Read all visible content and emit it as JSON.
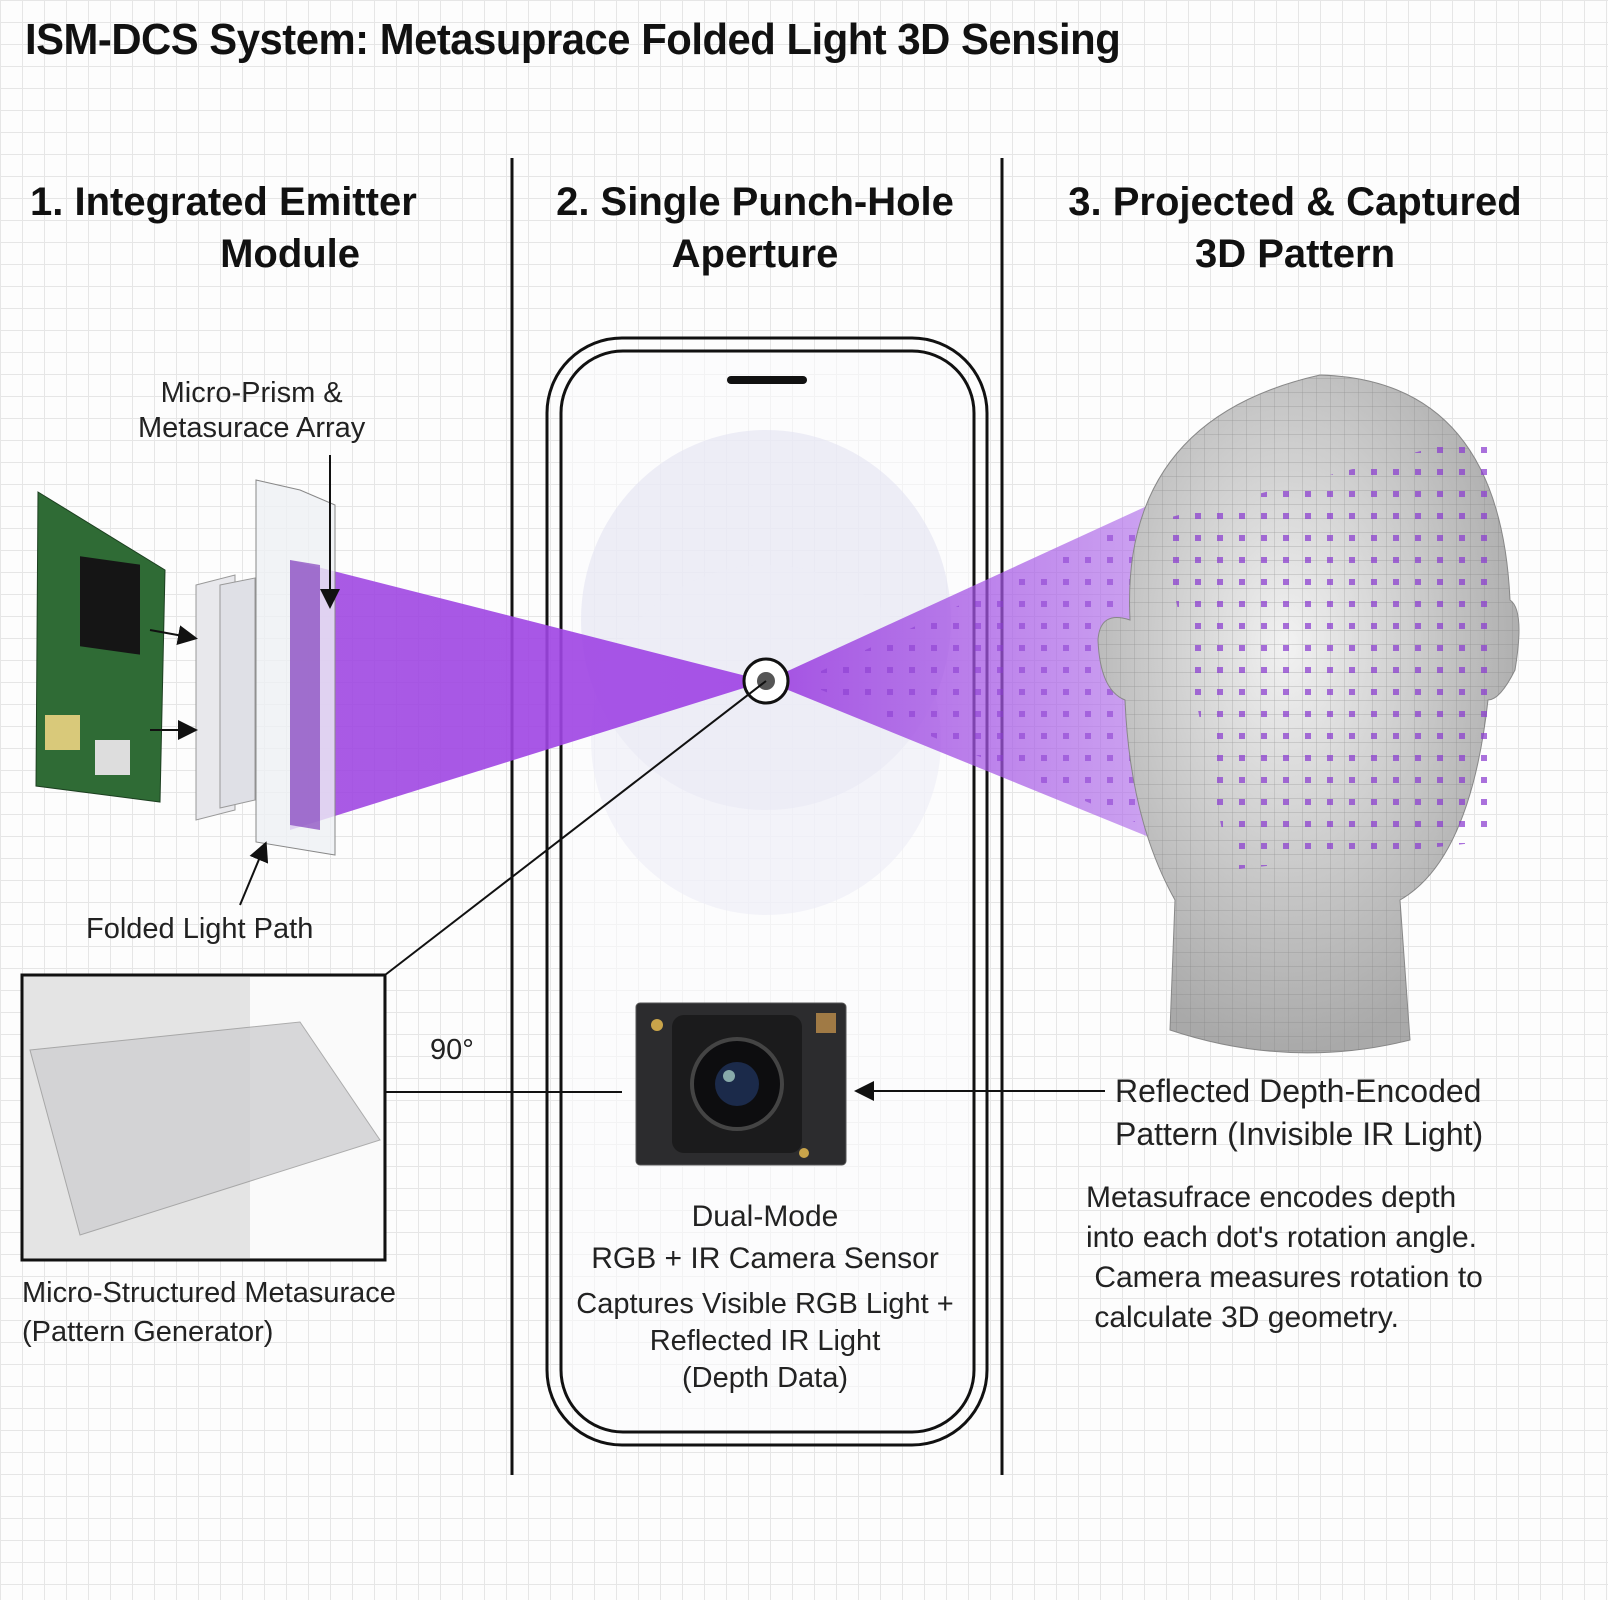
{
  "title": "ISM-DCS System: Metasuprace Folded Light 3D Sensing",
  "sections": [
    {
      "heading": "1. Integrated Emitter\n            Module"
    },
    {
      "heading": "2. Single Punch-Hole\nAperture"
    },
    {
      "heading": "3. Projected & Captured\n3D Pattern"
    }
  ],
  "labels": {
    "micro_prism": "Micro-Prism &\nMetasurace Array",
    "folded_light_path": "Folded Light Path",
    "metasurface_caption": "Micro-Structured Metasurace\n(Pattern Generator)",
    "angle": "90°",
    "camera_title": "Dual-Mode\nRGB + IR Camera Sensor",
    "camera_desc": "Captures Visible RGB Light +\nReflected IR Light\n(Depth Data)",
    "reflected_pattern": "Reflected Depth-Encoded\nPattern (Invisible IR Light)",
    "explanation": "Metasufrace encodes depth\ninto each dot's rotation angle.\n Camera measures rotation to\n calculate 3D geometry."
  },
  "colors": {
    "beam": "#9b3fe0",
    "pcb": "#2f6b35",
    "text": "#111111"
  }
}
